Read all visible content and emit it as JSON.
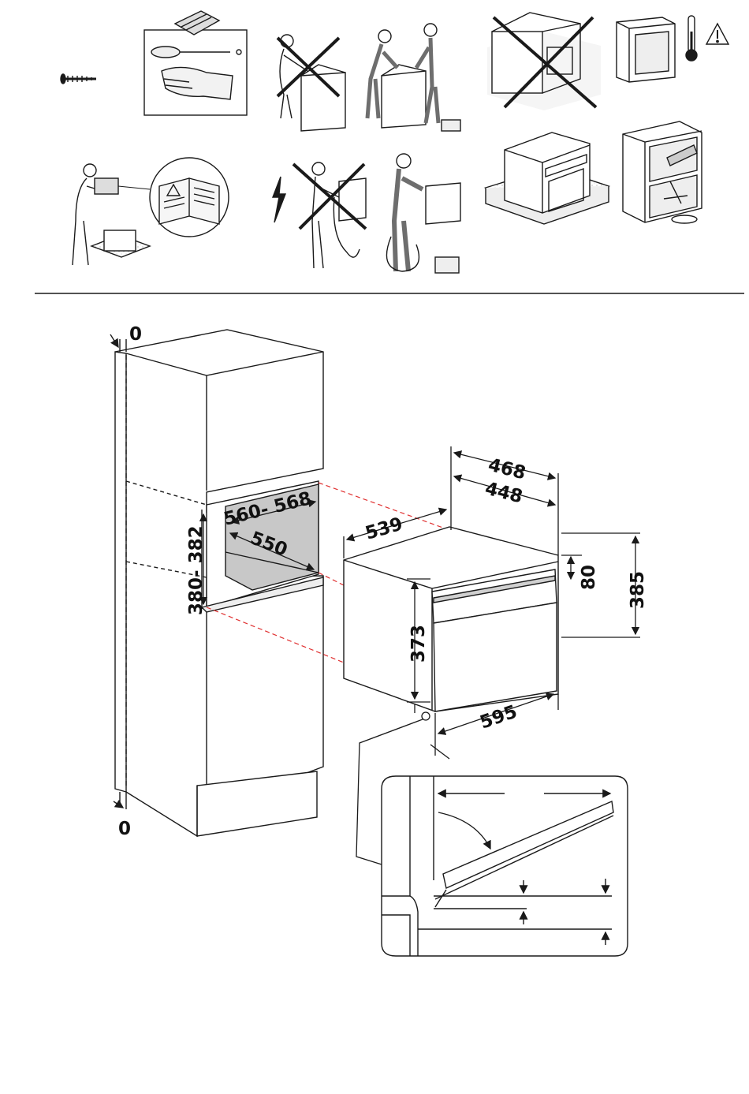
{
  "colors": {
    "line": "#1a1a1a",
    "accent_dash": "#e03030",
    "shade": "#c8c8c8",
    "speckle": "#dcdcdc",
    "worker_grey": "#6e6e6e"
  },
  "icons": {
    "screw": "screw-icon",
    "tools": "screwdriver-gloves-icon",
    "warning": "warning-triangle-icon",
    "thermometer": "thermometer-icon",
    "lightning": "electric-hazard-icon"
  },
  "dimensions": {
    "gap_top": "0",
    "gap_bottom": "0",
    "niche_width": "560- 568",
    "niche_depth": "550",
    "niche_height": "380- 382",
    "oven_depth": "539",
    "depth_a": "468",
    "depth_b": "448",
    "panel_height": "80",
    "total_height": "385",
    "front_height": "373",
    "front_width": "595"
  }
}
